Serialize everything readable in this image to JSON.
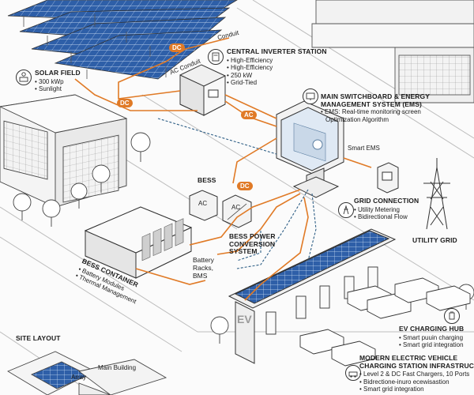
{
  "solar_field": {
    "title": "SOLAR FIELD",
    "items": [
      "300 kWp",
      "Sunlight"
    ]
  },
  "conduit": {
    "dc_tag": "DC",
    "ac_tag": "AC",
    "ac_conduit": "AC Conduit",
    "conduit": "Conduit"
  },
  "inverter": {
    "title": "CENTRAL INVERTER STATION",
    "items": [
      "High-Efficiency",
      "High-Efficiency",
      "250 kW",
      "Grid-Tied"
    ]
  },
  "ems": {
    "title_line1": "MAIN SWITCHBOARD & ENERGY",
    "title_line2": "MANAGEMENT SYSTEM (EMS)",
    "item_line1": "EMS: Real-time monitoring screen",
    "item_line2": "Optimization Algorithm",
    "smart_ems": "Smart EMS"
  },
  "grid": {
    "title": "GRID CONNECTION",
    "items": [
      "Utility Metering",
      "Bidirectional Flow"
    ],
    "utility": "UTILITY GRID"
  },
  "bess": {
    "label": "BESS",
    "dc_tag": "DC",
    "ac_a": "AC",
    "ac_b": "AC",
    "pcs_line1": "BESS POWER",
    "pcs_line2": "CONVERSION",
    "pcs_line3": "SYSTEM",
    "racks_line1": "Battery",
    "racks_line2": "Racks,",
    "racks_line3": "BMS",
    "container_title": "BESS CONTAINER",
    "container_items": [
      "Battery Modules",
      "Thermal Management"
    ]
  },
  "ev_hub": {
    "title": "EV CHARGING HUB",
    "items": [
      "Smart puuin charging",
      "Smart grid integration"
    ],
    "canopy_text": "EV"
  },
  "ev_infra": {
    "title_line1": "MODERN ELECTRIC VEHICLE",
    "title_line2": "CHARGING STATION INFRASTRUCTURE",
    "items": [
      "Level 2 & DC Fast Chargers, 10 Ports",
      "Bidrectione-inuro ecewisastion",
      "Smart grid integration"
    ]
  },
  "site_layout": {
    "title": "SITE LAYOUT",
    "main_building": "Main Building",
    "array": "Array"
  },
  "colors": {
    "line_orange": "#e07a26",
    "line_blue": "#2f5f86",
    "panel": "#2e5fa8"
  }
}
